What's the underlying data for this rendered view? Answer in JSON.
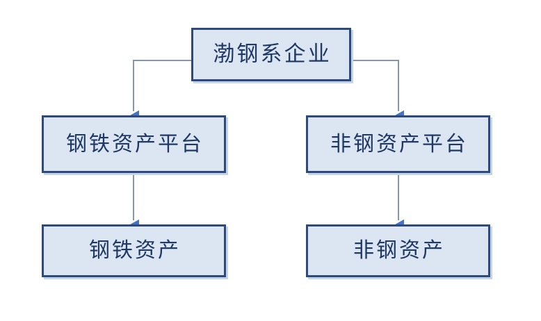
{
  "diagram": {
    "title": "",
    "type": "org-hierarchy",
    "colors": {
      "background": "#ffffff",
      "node_fill": "#dce6f2",
      "node_border": "#2e4a7d",
      "node_text": "#1f3864",
      "connector_line": "#8496b0",
      "arrow_head": "#4472c4",
      "node_shadow": "#c5d4e8"
    },
    "nodes": {
      "root": {
        "label": "渤钢系企业"
      },
      "platform_left": {
        "label": "钢铁资产平台"
      },
      "platform_right": {
        "label": "非钢资产平台"
      },
      "asset_left": {
        "label": "钢铁资产"
      },
      "asset_right": {
        "label": "非钢资产"
      }
    },
    "edges": [
      {
        "from": "root",
        "to": "platform_left",
        "style": "elbow-down-arrow"
      },
      {
        "from": "root",
        "to": "platform_right",
        "style": "elbow-down-arrow"
      },
      {
        "from": "platform_left",
        "to": "asset_left",
        "style": "straight-down-arrow"
      },
      {
        "from": "platform_right",
        "to": "asset_right",
        "style": "straight-down-arrow"
      }
    ]
  }
}
